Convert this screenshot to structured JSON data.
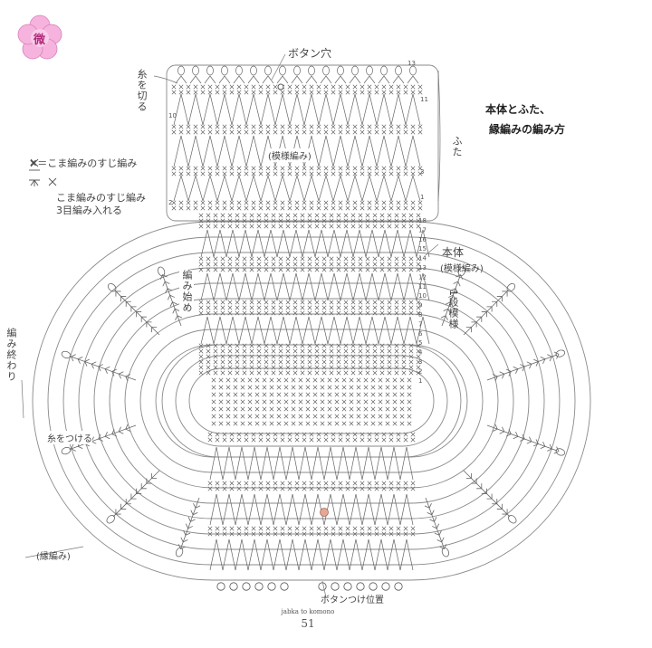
{
  "badge": {
    "char": "微",
    "color": "#f3a6d6"
  },
  "title": {
    "line1": "本体とふた、",
    "line2": "縁編みの編み方"
  },
  "legend": {
    "line1": "✕＝こま編みのすじ編み",
    "line2a": "こま編みのすじ編み",
    "line2b": "3目編み入れる"
  },
  "labels": {
    "button_hole": "ボタン穴",
    "cut_yarn": "糸を切る",
    "lid": "ふた",
    "pattern_top": "(模様編み)",
    "body": "本体",
    "body_pattern": "(模様編み)",
    "one_row_pattern": "1段模様",
    "start": "編み始め",
    "end": "編み終わり",
    "attach_yarn": "糸をつける",
    "edging": "(縁編み)",
    "button_pos": "ボタンつけ位置"
  },
  "lid_rows": [
    "13",
    "11",
    "3",
    "1"
  ],
  "lid_left_rows": [
    "10",
    "2"
  ],
  "body_rows_top": [
    "18",
    "17",
    "16",
    "15",
    "14",
    "13",
    "12",
    "11",
    "10",
    "9",
    "8",
    "7",
    "6",
    "5",
    "4",
    "3",
    "2",
    "1"
  ],
  "footer": {
    "caption": "jabka to komono",
    "page": "51"
  },
  "colors": {
    "line": "#7a7a7a",
    "dark": "#555555",
    "button": "#e6a890"
  }
}
